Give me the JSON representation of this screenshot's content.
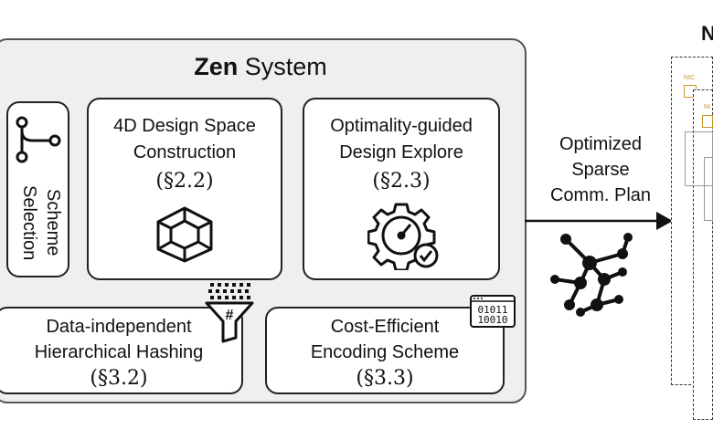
{
  "zen_system": {
    "title_bold": "Zen",
    "title_rest": " System",
    "scheme_selection": {
      "line1": "Scheme",
      "line2": "Selection"
    },
    "design_space": {
      "line1": "4D Design Space",
      "line2": "Construction",
      "section": "(§2.2)"
    },
    "design_explore": {
      "line1": "Optimality-guided",
      "line2": "Design Explore",
      "section": "(§2.3)"
    },
    "hashing": {
      "line1": "Data-independent",
      "line2": "Hierarchical Hashing",
      "section": "(§3.2)"
    },
    "encoding": {
      "line1": "Cost-Efficient",
      "line2": "Encoding Scheme",
      "section": "(§3.3)"
    },
    "binary_icon": {
      "row1": "01011",
      "row2": "10010"
    },
    "funnel_symbol": "#"
  },
  "plan_label": {
    "line1": "Optimized",
    "line2": "Sparse",
    "line3": "Comm. Plan"
  },
  "right_side": {
    "partial_title": "N",
    "nic_label_1": "NIC",
    "nic_label_2": "NI"
  },
  "colors": {
    "panel_bg": "#efefef",
    "border": "#222222",
    "nic_accent": "#c8962a"
  },
  "icons": [
    "hierarchy-icon",
    "hypercube-icon",
    "gear-gauge-icon",
    "funnel-hash-icon",
    "binary-icon",
    "network-graph-icon",
    "arrow-right-icon"
  ]
}
